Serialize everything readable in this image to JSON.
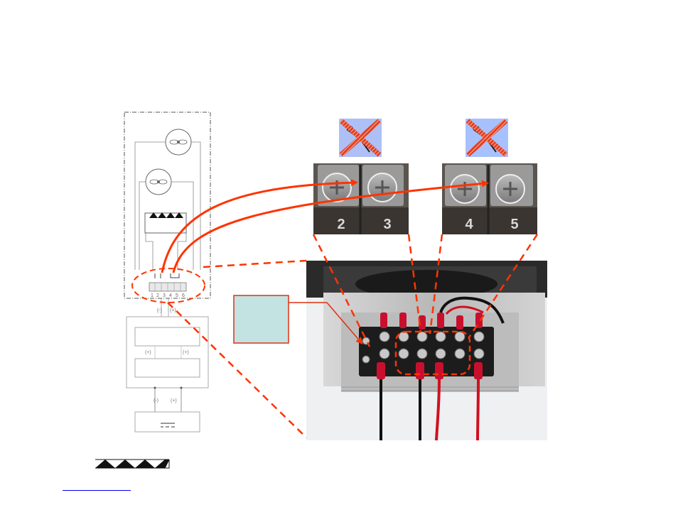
{
  "schematic": {
    "terminal_numbers": [
      "1",
      "2",
      "3",
      "4",
      "5",
      "6"
    ],
    "polarity_upper_left": "(-)",
    "polarity_upper_right": "(+)",
    "polarity_mid_left": "(+)",
    "polarity_mid_right": "(+)",
    "polarity_lower_left": "(-)",
    "polarity_lower_right": "(+)"
  },
  "closeups": {
    "left_pair": [
      "2",
      "3"
    ],
    "right_pair": [
      "4",
      "5"
    ]
  },
  "icons": {
    "fan": "fan-icon",
    "peltier": "peltier-element-icon",
    "cross": "cross-out-icon",
    "battery": "battery-icon"
  },
  "colors": {
    "arrow": "#ff3300",
    "dashed_callout": "#ff3300",
    "label_box_fill": "#c3e3e3",
    "hyperlink": "#0000ee",
    "cross_box": "#a7c1ff"
  }
}
